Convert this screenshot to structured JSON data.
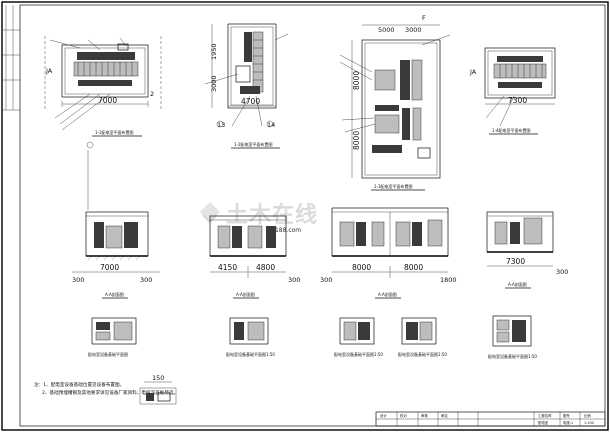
{
  "watermark": {
    "text": "土木在线",
    "url": "co188.com"
  },
  "plans": [
    {
      "dims": [
        "7000"
      ],
      "axis_labels": [
        "JA",
        "2"
      ],
      "caption": "1-1配电室平面布置图"
    },
    {
      "dims": [
        "4700",
        "1950",
        "3000"
      ],
      "axis_labels": [
        "13",
        "14"
      ],
      "caption": "1-2配电室平面布置图"
    },
    {
      "dims": [
        "5000",
        "3000",
        "8000",
        "8000"
      ],
      "axis_labels": [
        "F"
      ],
      "caption": "1-3配电室平面布置图"
    },
    {
      "dims": [
        "7300"
      ],
      "axis_labels": [
        "JA"
      ],
      "caption": "1-4配电室平面布置图"
    }
  ],
  "sections": [
    {
      "dims": [
        "7000",
        "300",
        "300"
      ],
      "caption": "A-A剖面图"
    },
    {
      "dims": [
        "4150",
        "4800",
        "300"
      ],
      "caption": "A-A剖面图"
    },
    {
      "dims": [
        "8000",
        "8000",
        "300",
        "1800"
      ],
      "caption": "A-A剖面图"
    },
    {
      "dims": [
        "7300",
        "300"
      ],
      "caption": "A-A剖面图"
    }
  ],
  "details": [
    {
      "caption": "配电室设备基础平面图"
    },
    {
      "caption": "配电室设备基础平面图1:50"
    },
    {
      "caption": "配电室设备基础平面图1:50"
    },
    {
      "caption": "配电室设备基础平面图1:50"
    },
    {
      "caption": "配电室设备基础平面图1:50"
    }
  ],
  "notes": {
    "line1": "注：1、配电室设备基础位置见设备布置图。",
    "line2": "2、基础预埋槽钢及其他要求详见设备厂家资料，电缆沟盖板另选。"
  },
  "legend_small": {
    "dim": "150"
  },
  "title_block": {
    "cells": [
      "设计",
      "校对",
      "审核",
      "审定",
      "工程名称",
      "配电室",
      "图号",
      "电施-1",
      "比例",
      "1:100"
    ]
  }
}
